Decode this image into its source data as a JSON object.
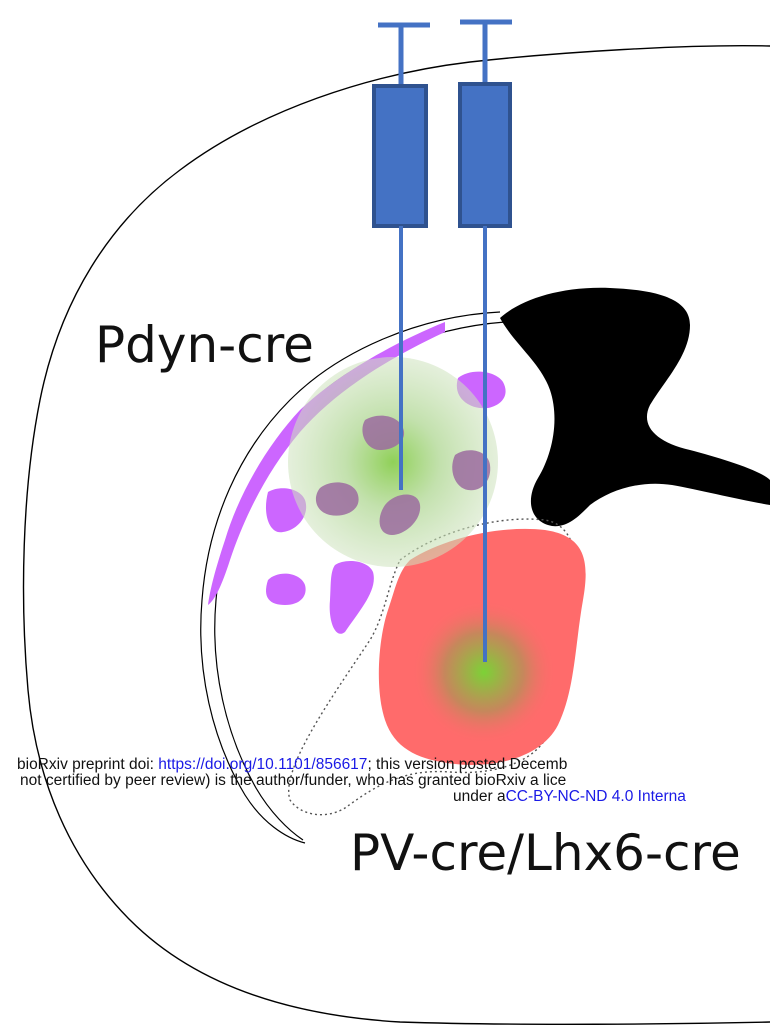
{
  "labels": {
    "pdyn": "Pdyn-cre",
    "pv": "PV-cre/Lhx6-cre"
  },
  "preprint": {
    "line1_prefix": "bioRxiv preprint doi: ",
    "doi_link": "https://doi.org/10.1101/856617",
    "line1_suffix": "; this version posted Decemb",
    "line2": "not certified by peer review) is the author/funder, who has granted bioRxiv a lice",
    "line3_prefix": "under a",
    "license_link": "CC-BY-NC-ND 4.0 Interna"
  },
  "colors": {
    "syringe_fill": "#4472c4",
    "syringe_stroke": "#2f528f",
    "striosome_magenta": "#cc66ff",
    "injection_green": "#92d050",
    "region_red": "#ff6b6b",
    "ventricle": "#000000",
    "link": "#1a1ae6"
  },
  "icons": {
    "left_syringe": "syringe-icon",
    "right_syringe": "syringe-icon"
  }
}
